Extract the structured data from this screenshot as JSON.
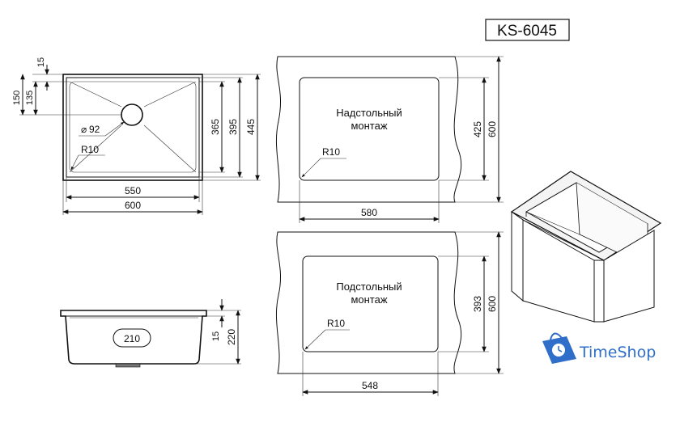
{
  "model": "KS-6045",
  "top_view": {
    "width_outer": "600",
    "width_inner": "550",
    "depth_365": "365",
    "depth_395": "395",
    "depth_445": "445",
    "left_15": "15",
    "left_135": "135",
    "left_150": "150",
    "drain": "92",
    "radius": "R10"
  },
  "countertop": {
    "label_line1": "Надстольный",
    "label_line2": "монтаж",
    "radius": "R10",
    "width": "580",
    "height_inner": "425",
    "height_outer": "600"
  },
  "undermount": {
    "label_line1": "Подстольный",
    "label_line2": "монтаж",
    "radius": "R10",
    "width": "548",
    "height_inner": "393",
    "height_outer": "600"
  },
  "side_view": {
    "drain_width": "210",
    "rim": "15",
    "height": "220"
  },
  "logo": {
    "text": "TimeShop",
    "color": "#2f6fc9"
  }
}
